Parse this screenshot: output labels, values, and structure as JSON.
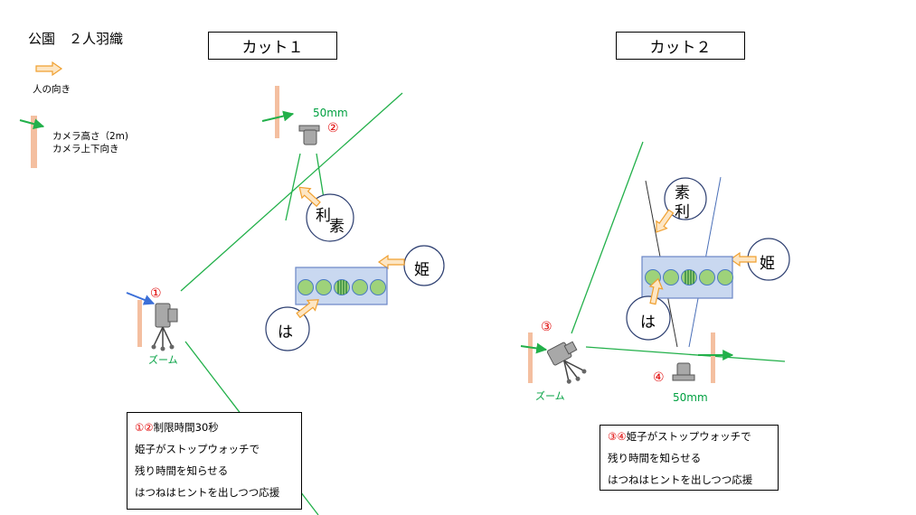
{
  "title": "公園　２人羽織",
  "legend": {
    "person_direction": "人の向き",
    "camera_height": "カメラ高さ（2m)",
    "camera_tilt": "カメラ上下向き"
  },
  "cut1": {
    "label": "カット１",
    "camera1": {
      "number": "①",
      "note": "ズーム"
    },
    "camera2": {
      "number": "②",
      "lens": "50mm"
    },
    "persons": {
      "ri": "利",
      "moto": "素",
      "hime": "姫",
      "ha": "は"
    },
    "note_lines": [
      {
        "mark": "①②",
        "text": "制限時間30秒"
      },
      {
        "mark": "",
        "text": "姫子がストップウォッチで"
      },
      {
        "mark": "",
        "text": "残り時間を知らせる"
      },
      {
        "mark": "",
        "text": "はつねはヒントを出しつつ応援"
      }
    ]
  },
  "cut2": {
    "label": "カット２",
    "camera3": {
      "number": "③",
      "note": "ズーム"
    },
    "camera4": {
      "number": "④",
      "lens": "50mm"
    },
    "persons": {
      "moto": "素",
      "ri": "利",
      "hime": "姫",
      "ha": "は"
    },
    "note_lines": [
      {
        "mark": "③④",
        "text": "姫子がストップウォッチで"
      },
      {
        "mark": "",
        "text": "残り時間を知らせる"
      },
      {
        "mark": "",
        "text": "はつねはヒントを出しつつ応援"
      }
    ]
  },
  "colors": {
    "sight_line": "#22b04a",
    "height_bar": "#f4bfa0",
    "person_arrow_fill": "#fde6c4",
    "person_arrow_stroke": "#f0a030",
    "table_fill": "#c9d8f0",
    "table_stroke": "#6a86c6",
    "ball_fill": "#9ed27a",
    "ball_stroke": "#4a7cc0",
    "camera_fill": "#a8a8a8",
    "number_red": "#e00000",
    "blue_arrow": "#3b6fd8"
  }
}
